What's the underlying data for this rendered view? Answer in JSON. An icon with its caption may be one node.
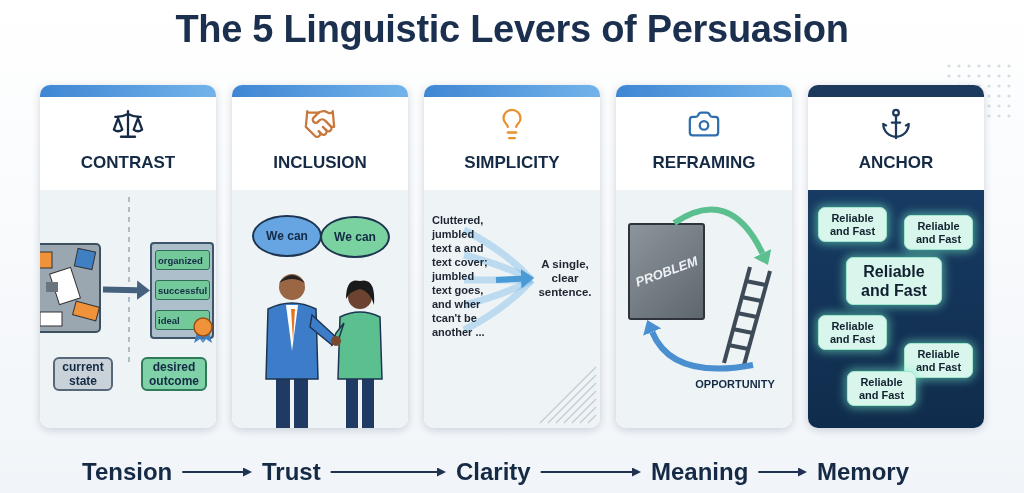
{
  "diagram": {
    "title": "The 5 Linguistic Levers of Persuasion",
    "nodes": [
      {
        "text": [
          "CONTRAST"
        ]
      },
      {
        "text": [],
        "shape": "picture",
        "in": 0
      },
      {
        "text": [],
        "shape": "box",
        "in": 0
      },
      {
        "text": [
          "organized"
        ],
        "in": 2
      },
      {
        "text": [
          "successful"
        ],
        "in": 2
      },
      {
        "text": [
          "ideal"
        ],
        "in": 2
      },
      {
        "text": [
          "current state"
        ],
        "in": 0
      },
      {
        "text": [
          "desired outcome"
        ],
        "in": 0
      },
      {
        "text": [
          "INCLUSION"
        ]
      },
      {
        "text": [
          "We can"
        ],
        "in": 8
      },
      {
        "text": [
          "We can"
        ],
        "in": 8
      },
      {
        "text": [
          "SIMPLICITY"
        ]
      },
      {
        "text": [
          "Cluttered, jumbled text a and text cover; jumbled text goes, and wher tcan't be another ..."
        ],
        "in": 11
      },
      {
        "text": [
          "A single, clear sentence."
        ],
        "in": 11
      },
      {
        "text": [
          "REFRAMING"
        ]
      },
      {
        "text": [
          "PROBLEM"
        ],
        "in": 14
      },
      {
        "text": [],
        "shape": "picture",
        "beside": [
          "OPPORTUNITY"
        ],
        "in": 14
      },
      {
        "text": [
          "ANCHOR"
        ]
      },
      {
        "text": [
          "Reliable and Fast"
        ],
        "in": 17
      },
      {
        "text": [
          "Reliable and Fast"
        ],
        "in": 17
      },
      {
        "text": [
          "Reliable and Fast"
        ],
        "in": 17
      },
      {
        "text": [
          "Reliable and Fast"
        ],
        "in": 17
      },
      {
        "text": [
          "Reliable and Fast"
        ],
        "in": 17
      },
      {
        "text": [
          "Reliable and Fast"
        ],
        "in": 17
      },
      {
        "text": [
          "Tension"
        ]
      },
      {
        "text": [
          "Trust"
        ]
      },
      {
        "text": [
          "Clarity"
        ]
      },
      {
        "text": [
          "Meaning"
        ]
      },
      {
        "text": [
          "Memory"
        ]
      }
    ],
    "edges": [
      {
        "from": 1,
        "to": 2,
        "arrow": "to",
        "style": "thick",
        "color": "#45617e"
      },
      {
        "from": 12,
        "to": 13,
        "arrow": "to",
        "style": "thick",
        "color": "#4a9ad6"
      },
      {
        "from": 15,
        "to": 16,
        "arrow": "to",
        "style": "thick",
        "color": "#5cbf8f"
      },
      {
        "from": 16,
        "to": 15,
        "arrow": "to",
        "style": "thick",
        "color": "#4a8fd0"
      },
      {
        "from": 24,
        "to": 25,
        "arrow": "to"
      },
      {
        "from": 25,
        "to": 26,
        "arrow": "to"
      },
      {
        "from": 26,
        "to": 27,
        "arrow": "to"
      },
      {
        "from": 27,
        "to": 28,
        "arrow": "to"
      }
    ]
  }
}
